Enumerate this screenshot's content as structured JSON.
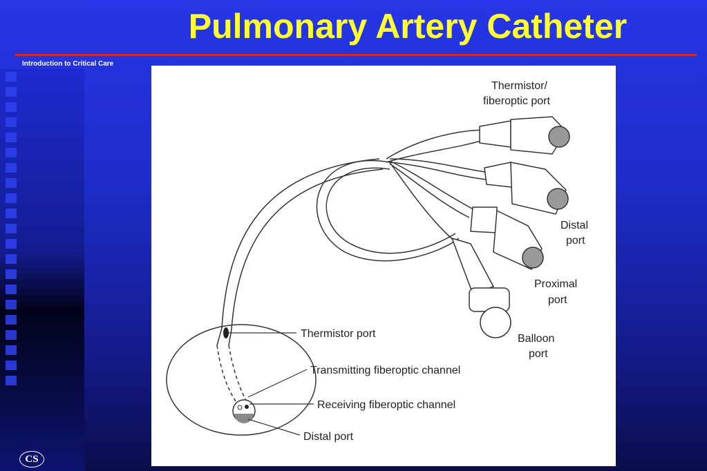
{
  "slide": {
    "title": "Pulmonary Artery Catheter",
    "subtitle": "Introduction to Critical Care",
    "logo_text": "CS"
  },
  "labels": {
    "thermistor_fiberoptic_1": "Thermistor/",
    "thermistor_fiberoptic_2": "fiberoptic port",
    "distal_1": "Distal",
    "distal_2": "port",
    "proximal_1": "Proximal",
    "proximal_2": "port",
    "balloon_1": "Balloon",
    "balloon_2": "port",
    "thermistor_port": "Thermistor port",
    "transmitting": "Transmitting fiberoptic channel",
    "receiving": "Receiving fiberoptic channel",
    "distal_port": "Distal port"
  },
  "colors": {
    "title": "#ffff33",
    "rule": "#d22a2a",
    "background": "#1e2cc8"
  }
}
